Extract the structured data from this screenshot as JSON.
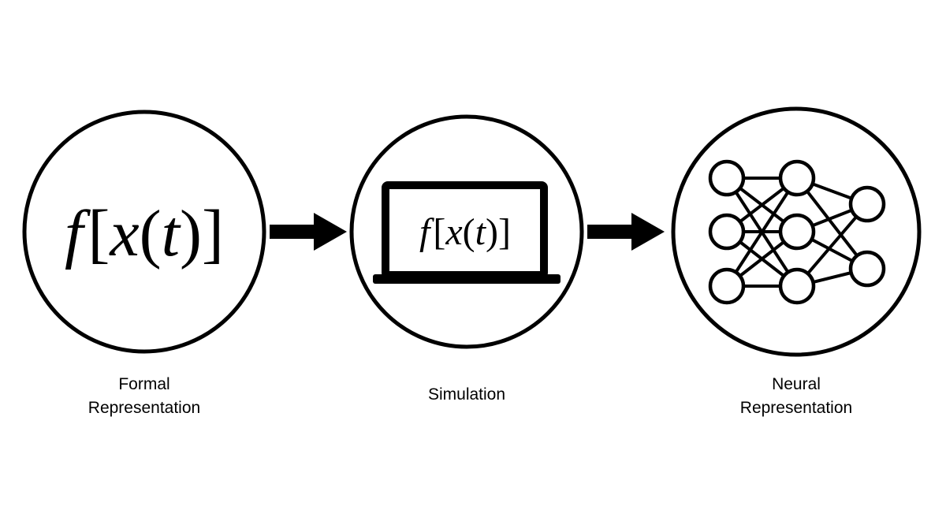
{
  "stages": [
    {
      "id": "formal",
      "caption_lines": [
        "Formal",
        "Representation"
      ],
      "formula": {
        "f": "f",
        "open_bracket": "[",
        "x": "x",
        "open_paren": "(",
        "t": "t",
        "close_paren": ")",
        "close_bracket": "]"
      }
    },
    {
      "id": "simulation",
      "caption_lines": [
        "Simulation"
      ],
      "formula": {
        "f": "f",
        "open_bracket": "[",
        "x": "x",
        "open_paren": "(",
        "t": "t",
        "close_paren": ")",
        "close_bracket": "]"
      }
    },
    {
      "id": "neural",
      "caption_lines": [
        "Neural",
        "Representation"
      ]
    }
  ],
  "icons": {
    "stage2": "laptop-icon",
    "stage3": "neural-network-icon",
    "connector": "arrow-right-icon"
  },
  "colors": {
    "stroke": "#000000",
    "background": "#ffffff"
  }
}
